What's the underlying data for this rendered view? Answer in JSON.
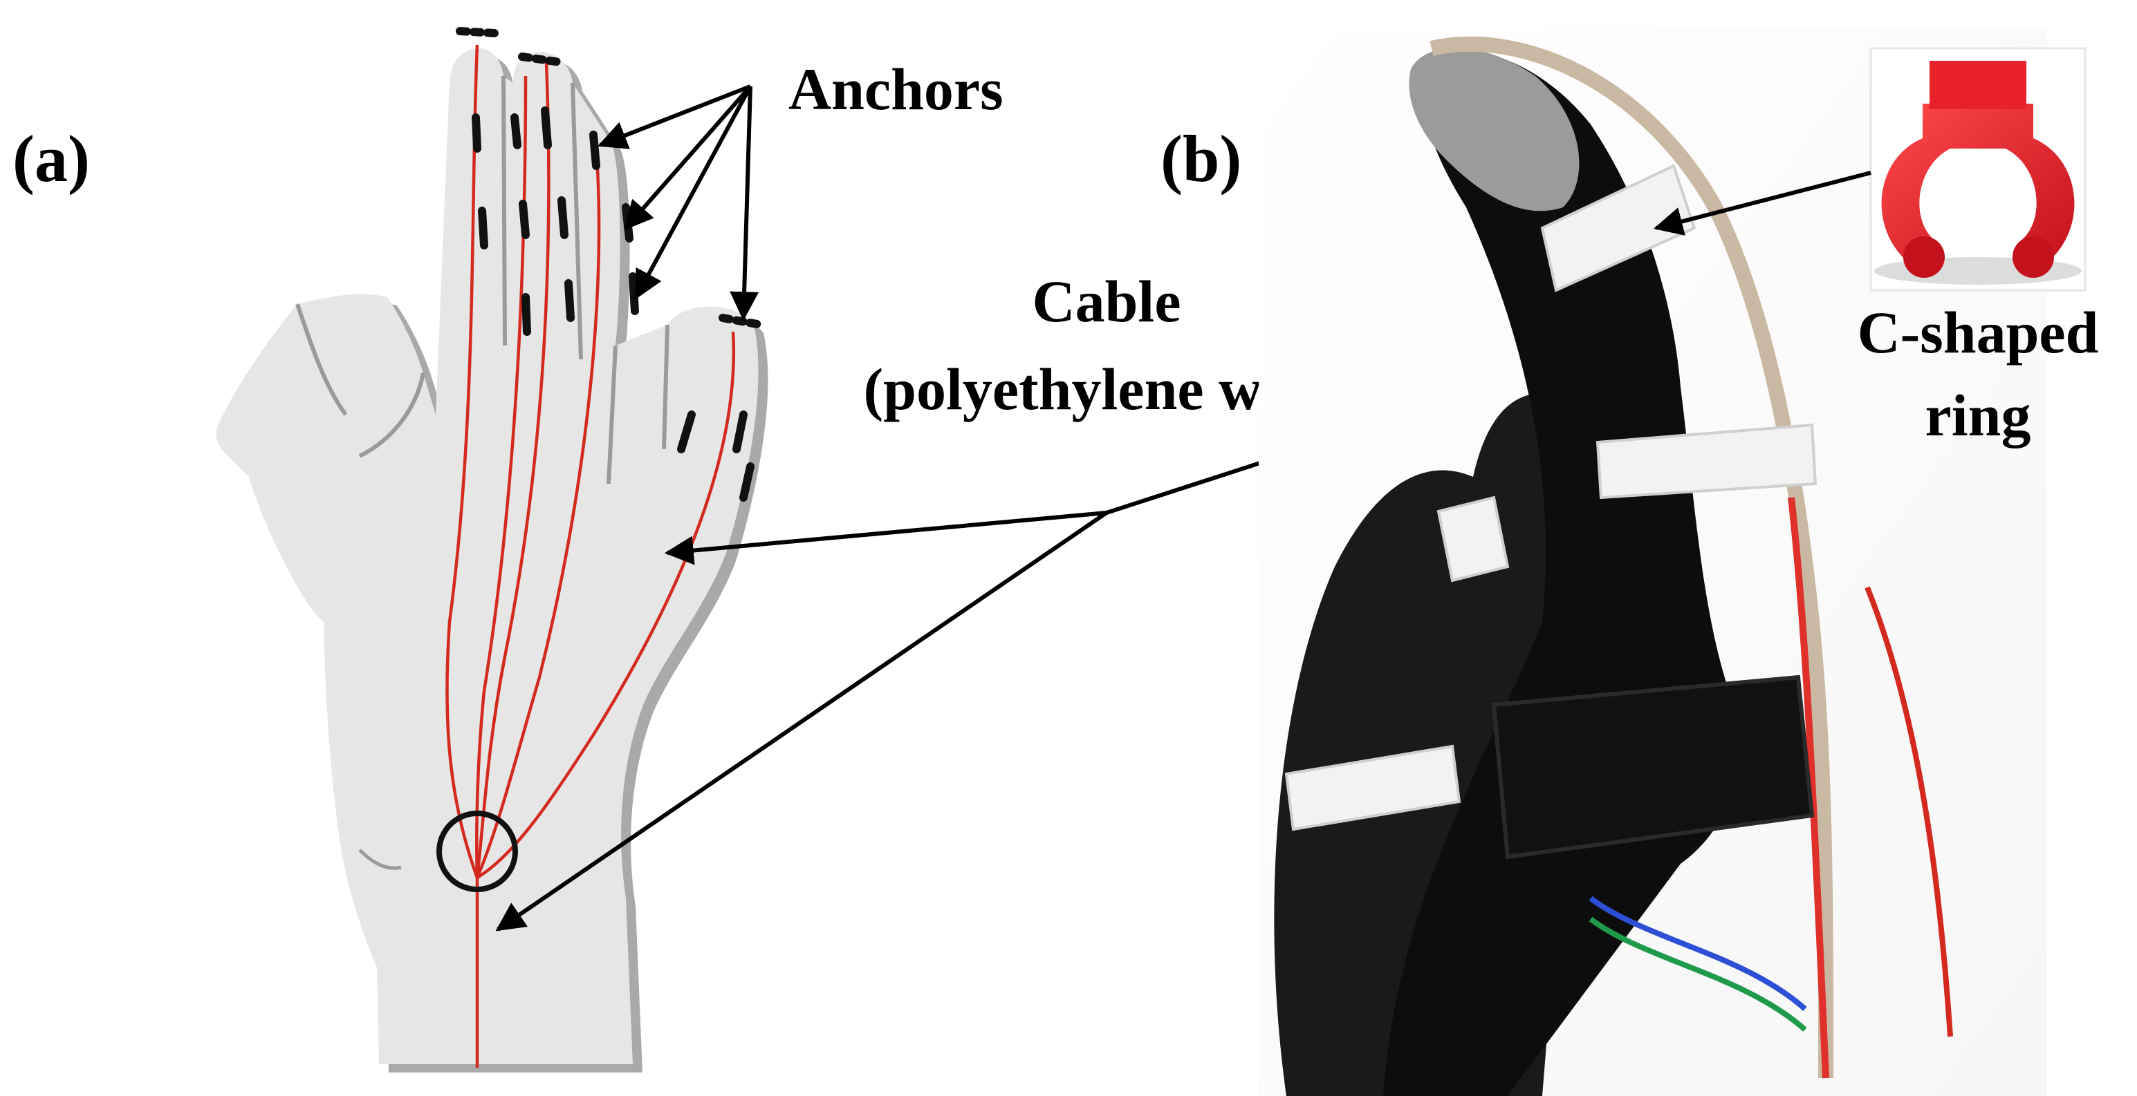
{
  "panel_a": {
    "label": "(a)",
    "anchors_label": "Anchors",
    "cable_label_line1": "Cable",
    "cable_label_line2": "(polyethylene wire)"
  },
  "panel_b": {
    "label": "(b)",
    "ring_label_line1": "C-shaped",
    "ring_label_line2": "ring"
  },
  "colors": {
    "hand_fill": "#e6e6e6",
    "hand_shadow": "#a9a9a9",
    "cable": "#d42a1e",
    "anchor": "#111111",
    "arrow": "#000000",
    "ring_render": "#e8212b",
    "glove": "#0d0d0d",
    "strap": "#f2f2f2"
  }
}
